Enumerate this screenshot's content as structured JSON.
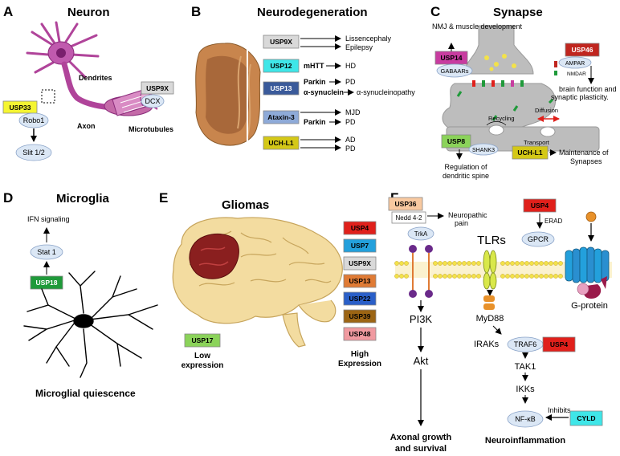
{
  "colors": {
    "usp_yellow": "#f5f532",
    "usp_gray": "#d9d9d9",
    "usp_cyan": "#3fe6e8",
    "usp_darkblue": "#3a5a9a",
    "usp_lightblue": "#8eaad8",
    "usp_olive": "#d4c817",
    "usp_green": "#1f9a3a",
    "usp_lightgreen": "#8bd35a",
    "usp_magenta": "#c83ca0",
    "usp_red": "#e0201b",
    "usp_blue": "#23a0dc",
    "usp_orange": "#e07b35",
    "usp_navy": "#2a5fc8",
    "usp_brown": "#9c6514",
    "usp_pink": "#f09aa0",
    "usp_peach": "#f8c9a0",
    "oval_fill": "#dbe7f5",
    "neuron_purple": "#b0449a",
    "synapse_gray": "#bdbdbd",
    "brain_tan": "#f3dca0"
  },
  "panel_a": {
    "letter": "A",
    "title": "Neuron",
    "dendrites": "Dendrites",
    "axon": "Axon",
    "microtubules": "Microtubules",
    "usp33": "USP33",
    "robo1": "Robo1",
    "slit": "Slit 1/2",
    "usp9x": "USP9X",
    "dcx": "DCX"
  },
  "panel_b": {
    "letter": "B",
    "title": "Neurodegeneration",
    "rows": [
      {
        "enzyme": "USP9X",
        "mid": "",
        "targets": [
          "Lissencephaly",
          "Epilepsy"
        ]
      },
      {
        "enzyme": "USP12",
        "mid": "mHTT",
        "targets": [
          "HD"
        ]
      },
      {
        "enzyme": "USP13",
        "mid": "Parkin",
        "targets": [
          "PD"
        ]
      },
      {
        "enzyme": "",
        "mid": "α-synuclein",
        "targets": [
          "α-synucleinopathy"
        ]
      },
      {
        "enzyme": "Ataxin-3",
        "mid": "",
        "targets": [
          "MJD"
        ]
      },
      {
        "enzyme": "",
        "mid": "Parkin",
        "targets": [
          "PD"
        ]
      },
      {
        "enzyme": "UCH-L1",
        "mid": "",
        "targets": [
          "AD",
          "PD"
        ]
      }
    ]
  },
  "panel_c": {
    "letter": "C",
    "title": "Synapse",
    "nmj": "NMJ & muscle development",
    "usp14": "USP14",
    "gabaars": "GABAARs",
    "usp46": "USP46",
    "ampar": "AMPAR",
    "nmdar": "NMDAR",
    "brain_fn": "brain function and synaptic plasticity.",
    "recycling": "Recycling",
    "diffusion": "Diffusion",
    "transport": "Transport",
    "usp8": "USP8",
    "shank3": "SHANK3",
    "uchl1": "UCH-L1",
    "regulation": "Regulation of dendritic spine",
    "maintenance": "Maintenance of Synapses"
  },
  "panel_d": {
    "letter": "D",
    "title": "Microglia",
    "ifn": "IFN signaling",
    "stat1": "Stat 1",
    "usp18": "USP18",
    "quiescence": "Microglial quiescence"
  },
  "panel_e": {
    "letter": "E",
    "title": "Gliomas",
    "usp17": "USP17",
    "low": "Low expression",
    "high": "High Expression",
    "high_list": [
      "USP4",
      "USP7",
      "USP9X",
      "USP13",
      "USP22",
      "USP39",
      "USP48"
    ]
  },
  "panel_f": {
    "letter": "F",
    "usp36": "USP36",
    "nedd": "Nedd 4-2",
    "trka": "TrkA",
    "neuropathic": "Neuropathic pain",
    "usp4_top": "USP4",
    "erad": "ERAD",
    "gpcr": "GPCR",
    "tlrs": "TLRs",
    "gprotein": "G-protein",
    "pi3k": "PI3K",
    "akt": "Akt",
    "myd88": "MyD88",
    "iraks": "IRAKs",
    "traf6": "TRAF6",
    "usp4_mid": "USP4",
    "tak1": "TAK1",
    "ikks": "IKKs",
    "inhibits": "Inhibits",
    "nfkb": "NF-κB",
    "cyld": "CYLD",
    "axonal": "Axonal growth and survival",
    "neuroinflammation": "Neuroinflammation"
  }
}
